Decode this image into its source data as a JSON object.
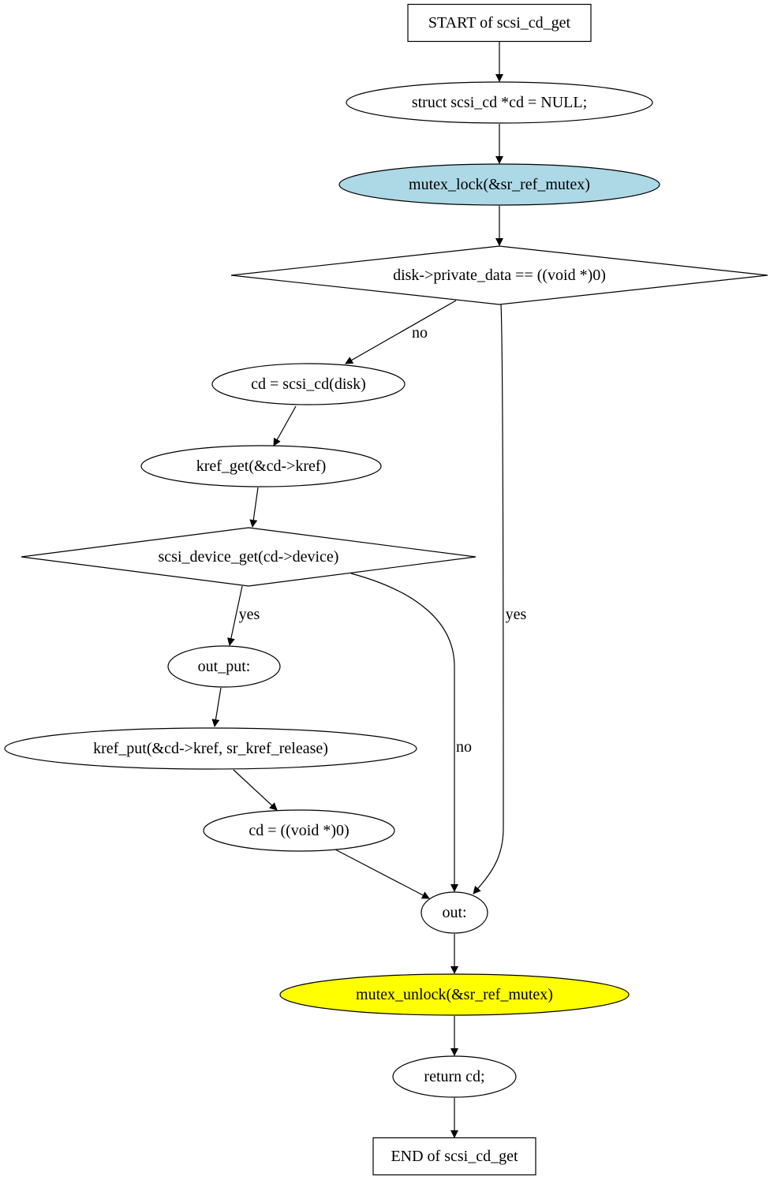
{
  "nodes": {
    "start": {
      "label": "START of scsi_cd_get",
      "shape": "box"
    },
    "decl": {
      "label": "struct scsi_cd *cd = NULL;",
      "shape": "ellipse"
    },
    "lock": {
      "label": "mutex_lock(&sr_ref_mutex)",
      "shape": "ellipse",
      "fill": "#add8e6"
    },
    "cond1": {
      "label": "disk->private_data == ((void *)0)",
      "shape": "diamond"
    },
    "assign": {
      "label": "cd = scsi_cd(disk)",
      "shape": "ellipse"
    },
    "kget": {
      "label": "kref_get(&cd->kref)",
      "shape": "ellipse"
    },
    "cond2": {
      "label": "scsi_device_get(cd->device)",
      "shape": "diamond"
    },
    "output": {
      "label": "out_put:",
      "shape": "ellipse"
    },
    "kput": {
      "label": "kref_put(&cd->kref, sr_kref_release)",
      "shape": "ellipse"
    },
    "nullify": {
      "label": "cd = ((void *)0)",
      "shape": "ellipse"
    },
    "out": {
      "label": "out:",
      "shape": "ellipse"
    },
    "unlock": {
      "label": "mutex_unlock(&sr_ref_mutex)",
      "shape": "ellipse",
      "fill": "#ffff00"
    },
    "ret": {
      "label": "return cd;",
      "shape": "ellipse"
    },
    "end": {
      "label": "END of scsi_cd_get",
      "shape": "box"
    }
  },
  "edges": [
    {
      "from": "start",
      "to": "decl",
      "label": ""
    },
    {
      "from": "decl",
      "to": "lock",
      "label": ""
    },
    {
      "from": "lock",
      "to": "cond1",
      "label": ""
    },
    {
      "from": "cond1",
      "to": "assign",
      "label": "no"
    },
    {
      "from": "cond1",
      "to": "out",
      "label": "yes"
    },
    {
      "from": "assign",
      "to": "kget",
      "label": ""
    },
    {
      "from": "kget",
      "to": "cond2",
      "label": ""
    },
    {
      "from": "cond2",
      "to": "output",
      "label": "yes"
    },
    {
      "from": "cond2",
      "to": "out",
      "label": "no"
    },
    {
      "from": "output",
      "to": "kput",
      "label": ""
    },
    {
      "from": "kput",
      "to": "nullify",
      "label": ""
    },
    {
      "from": "nullify",
      "to": "out",
      "label": ""
    },
    {
      "from": "out",
      "to": "unlock",
      "label": ""
    },
    {
      "from": "unlock",
      "to": "ret",
      "label": ""
    },
    {
      "from": "ret",
      "to": "end",
      "label": ""
    }
  ]
}
